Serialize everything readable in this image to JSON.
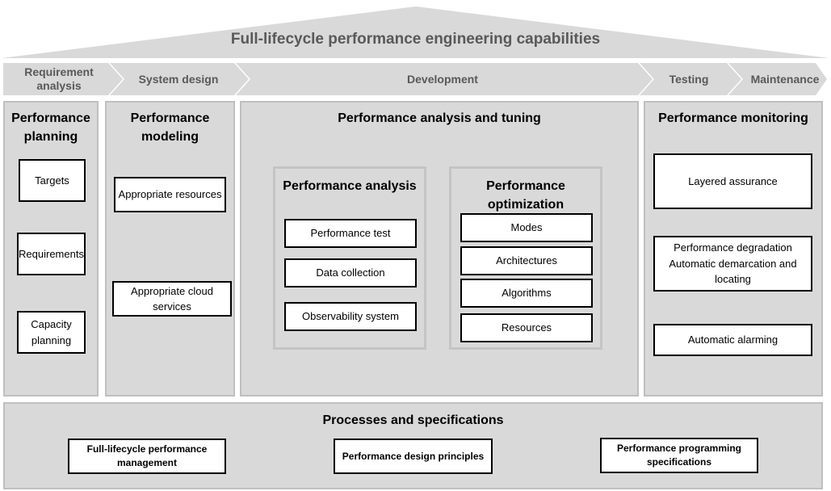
{
  "title": "Full-lifecycle performance engineering capabilities",
  "phases": [
    "Requirement analysis",
    "System design",
    "Development",
    "Testing",
    "Maintenance"
  ],
  "planning": {
    "heading": "Performance planning",
    "items": [
      "Targets",
      "Requirements",
      "Capacity planning"
    ]
  },
  "modeling": {
    "heading": "Performance modeling",
    "items": [
      "Appropriate resources",
      "Appropriate cloud services"
    ]
  },
  "analysis_tuning": {
    "heading": "Performance analysis and tuning",
    "analysis": {
      "heading": "Performance analysis",
      "items": [
        "Performance test",
        "Data collection",
        "Observability system"
      ]
    },
    "optimization": {
      "heading": "Performance optimization",
      "items": [
        "Modes",
        "Architectures",
        "Algorithms",
        "Resources"
      ]
    }
  },
  "monitoring": {
    "heading": "Performance monitoring",
    "items": [
      "Layered assurance",
      "Performance degradation Automatic demarcation and locating",
      "Automatic alarming"
    ]
  },
  "processes": {
    "heading": "Processes and specifications",
    "items": [
      "Full-lifecycle performance management",
      "Performance design principles",
      "Performance programming specifications"
    ]
  },
  "colors": {
    "panel": "#d9d9d9",
    "panel_border": "#bfbfbf",
    "roof_text": "#595959",
    "phase_fill": "#d9d9d9"
  }
}
